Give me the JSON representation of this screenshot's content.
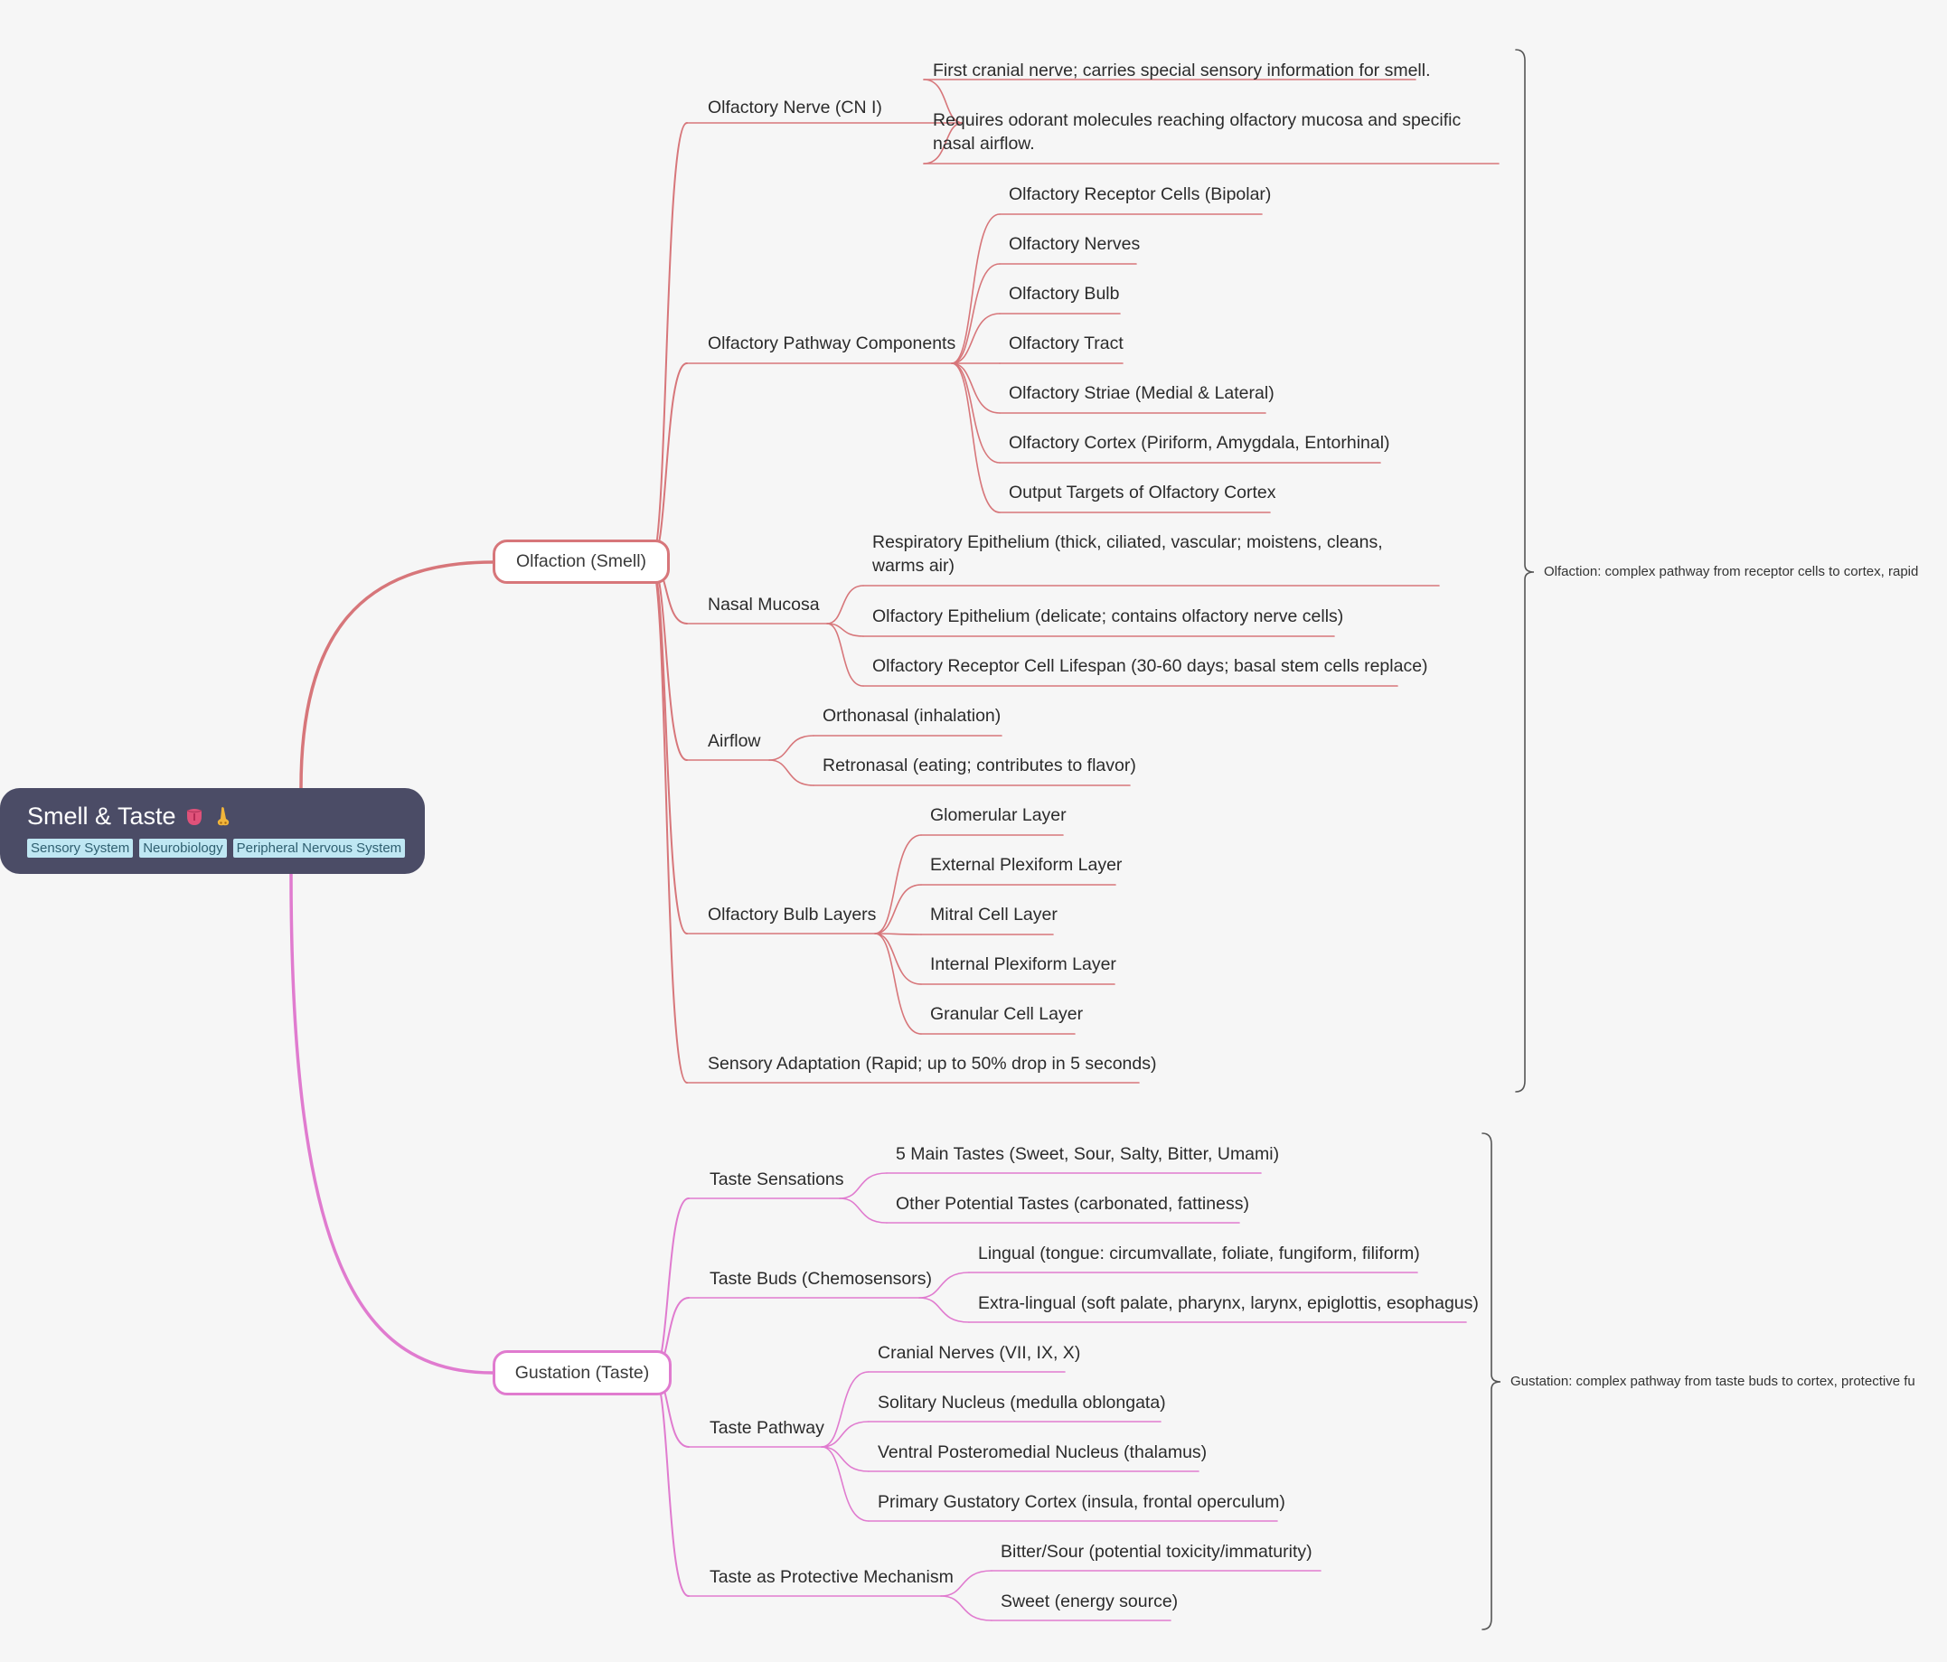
{
  "root": {
    "title": "Smell & Taste",
    "icons": [
      "tongue-icon",
      "nose-icon"
    ],
    "tags": [
      "Sensory System",
      "Neurobiology",
      "Peripheral Nervous System"
    ]
  },
  "colors": {
    "olfaction": "#d7767a",
    "gustation": "#e07bcf",
    "root_bg": "#4b4c66",
    "tag_bg": "#bfe7f3"
  },
  "olfaction": {
    "label": "Olfaction (Smell)",
    "summary": "Olfaction: complex pathway from receptor cells to cortex, rapid",
    "children": [
      {
        "label": "Olfactory Nerve (CN I)",
        "children": [
          "First cranial nerve; carries special sensory information for smell.",
          "Requires odorant molecules reaching olfactory mucosa and specific nasal airflow."
        ]
      },
      {
        "label": "Olfactory Pathway Components",
        "children": [
          "Olfactory Receptor Cells (Bipolar)",
          "Olfactory Nerves",
          "Olfactory Bulb",
          "Olfactory Tract",
          "Olfactory Striae (Medial & Lateral)",
          "Olfactory Cortex (Piriform, Amygdala, Entorhinal)",
          "Output Targets of Olfactory Cortex"
        ]
      },
      {
        "label": "Nasal Mucosa",
        "children": [
          "Respiratory Epithelium (thick, ciliated, vascular; moistens, cleans, warms air)",
          "Olfactory Epithelium (delicate; contains olfactory nerve cells)",
          "Olfactory Receptor Cell Lifespan (30-60 days; basal stem cells replace)"
        ]
      },
      {
        "label": "Airflow",
        "children": [
          "Orthonasal (inhalation)",
          "Retronasal (eating; contributes to flavor)"
        ]
      },
      {
        "label": "Olfactory Bulb Layers",
        "children": [
          "Glomerular Layer",
          "External Plexiform Layer",
          "Mitral Cell Layer",
          "Internal Plexiform Layer",
          "Granular Cell Layer"
        ]
      },
      {
        "label": "Sensory Adaptation (Rapid; up to 50% drop in 5 seconds)",
        "children": []
      }
    ]
  },
  "gustation": {
    "label": "Gustation (Taste)",
    "summary": "Gustation: complex pathway from taste buds to cortex, protective fu",
    "children": [
      {
        "label": "Taste Sensations",
        "children": [
          "5 Main Tastes (Sweet, Sour, Salty, Bitter, Umami)",
          "Other Potential Tastes (carbonated, fattiness)"
        ]
      },
      {
        "label": "Taste Buds (Chemosensors)",
        "children": [
          "Lingual (tongue: circumvallate, foliate, fungiform, filiform)",
          "Extra-lingual (soft palate, pharynx, larynx, epiglottis, esophagus)"
        ]
      },
      {
        "label": "Taste Pathway",
        "children": [
          "Cranial Nerves (VII, IX, X)",
          "Solitary Nucleus (medulla oblongata)",
          "Ventral Posteromedial Nucleus (thalamus)",
          "Primary Gustatory Cortex (insula, frontal operculum)"
        ]
      },
      {
        "label": "Taste as Protective Mechanism",
        "children": [
          "Bitter/Sour (potential toxicity/immaturity)",
          "Sweet (energy source)"
        ]
      }
    ]
  }
}
